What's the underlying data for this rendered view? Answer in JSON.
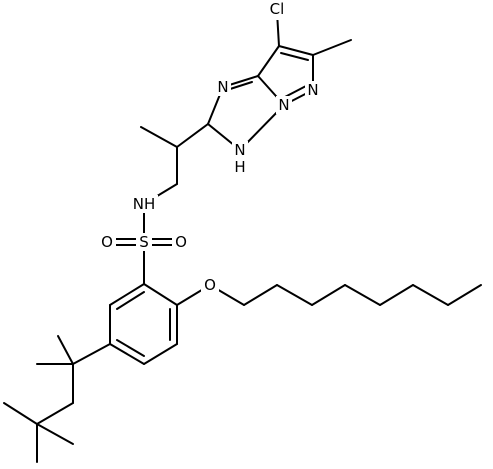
{
  "atom_labels": {
    "chlorine": "Cl",
    "pyrazole_n": "N",
    "triazole_n": "N",
    "bridge_n": "N",
    "nh_ring": "N",
    "nh_ring_h": "H",
    "sulfonamide_nh": "NH",
    "sulfur": "S",
    "sulfonyl_o_left": "O",
    "sulfonyl_o_right": "O",
    "ether_o": "O"
  },
  "colors": {
    "bond": "#000000",
    "background": "#ffffff"
  }
}
